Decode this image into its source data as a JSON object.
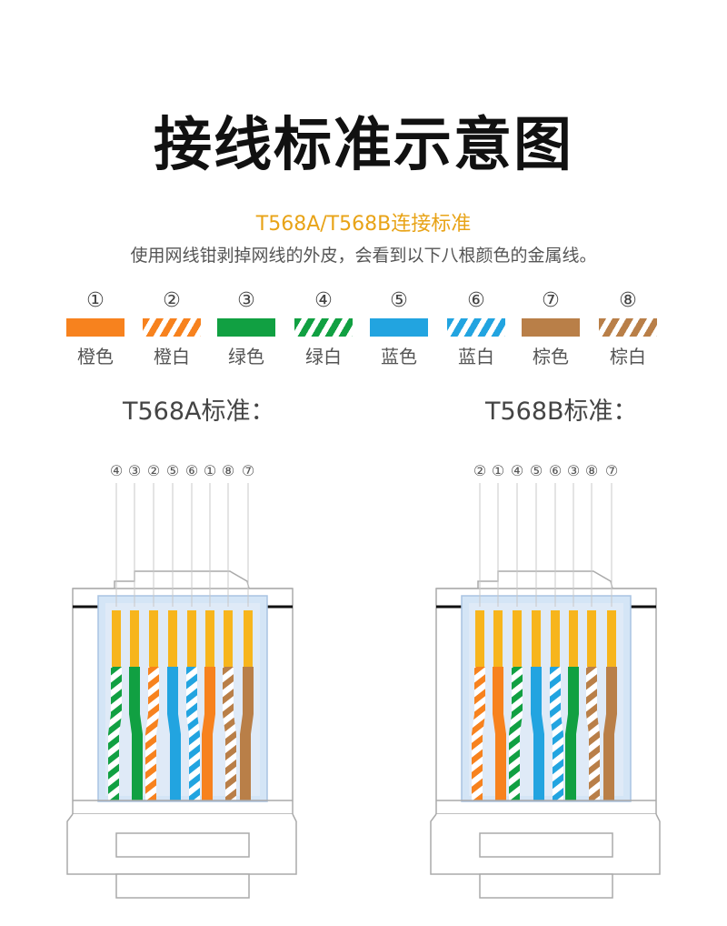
{
  "title": "接线标准示意图",
  "subtitle": "T568A/T568B连接标准",
  "description": "使用网线钳剥掉网线的外皮，会看到以下八根颜色的金属线。",
  "colors": {
    "orange": "#f7821e",
    "green": "#11a042",
    "blue": "#22a4e0",
    "brown": "#b97f48",
    "white": "#ffffff",
    "gold": "#f7b51c"
  },
  "legend": [
    {
      "num": "①",
      "label": "橙色",
      "color": "orange",
      "striped": false
    },
    {
      "num": "②",
      "label": "橙白",
      "color": "orange",
      "striped": true
    },
    {
      "num": "③",
      "label": "绿色",
      "color": "green",
      "striped": false
    },
    {
      "num": "④",
      "label": "绿白",
      "color": "green",
      "striped": true
    },
    {
      "num": "⑤",
      "label": "蓝色",
      "color": "blue",
      "striped": false
    },
    {
      "num": "⑥",
      "label": "蓝白",
      "color": "blue",
      "striped": true
    },
    {
      "num": "⑦",
      "label": "棕色",
      "color": "brown",
      "striped": false
    },
    {
      "num": "⑧",
      "label": "棕白",
      "color": "brown",
      "striped": true
    }
  ],
  "standards": [
    {
      "label": "T568A标准：",
      "order": [
        "④",
        "③",
        "②",
        "⑤",
        "⑥",
        "①",
        "⑧",
        "⑦"
      ]
    },
    {
      "label": "T568B标准：",
      "order": [
        "②",
        "①",
        "④",
        "⑤",
        "⑥",
        "③",
        "⑧",
        "⑦"
      ]
    }
  ]
}
